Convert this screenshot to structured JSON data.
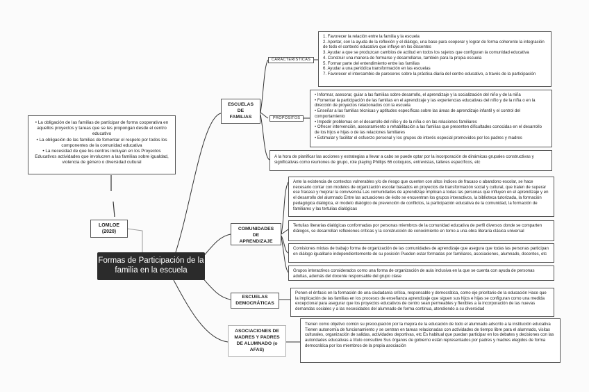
{
  "central": {
    "title": "Formas de Participación de la familia en la escuela"
  },
  "law": {
    "label": "LOMLOE\n(2020)",
    "notes": [
      "• La obligación de las familias de participar de forma cooperativa en aquellos proyectos y tareas que se les propongan desde el centro educativo",
      "• La obligación de las familias de fomentar el respeto por todos los componentes de la comunidad educativa",
      "• La necesidad de que los centros incluyan en los Proyectos Educativos  actividades que involucren a las familias sobre igualdad, violencia de género o diversidad cultural"
    ]
  },
  "escuelas_familias": {
    "label": "ESCUELAS DE FAMILIAS",
    "caracteristicas_tag": "CARACTERÍSTICAS",
    "caracteristicas": [
      "1. Favorecer la relación entre la familia y la escuela",
      "2. Aportar, con la ayuda de la reflexión y el diálogo, una base para cooperar y lograr de forma coherente la integración de todo el contexto educativo que influye en los discentes",
      "3. Ayudar a que se produzcan cambios de actitud en todos los sujetos que configuran la comunidad educativa",
      "4. Construir una manera de formarse y desarrollarse, también para la propia escuela",
      "5. Formar parte del entendimiento entre las familias",
      "6. Ayudar a una periódica transformación en las escuelas",
      "7. Favorecer el intercambio de pareceres sobre la práctica diaria del centro educativo, a través de la participación"
    ],
    "propositos_tag": "PROPÓSITOS",
    "propositos": [
      "• Informar, asesorar, guiar a las familias sobre desarrollo, el aprendizaje y la socialización del niño y de la niña",
      "• Fomentar la participación de las familias en el aprendizaje y las experiencias educativas del niño y de la niña o en la dirección de proyectos relacionados con la escuela",
      "• Enseñar a las familias técnicas y aptitudes específicas sobre las áreas de aprendizaje infantil y el control del comportamiento",
      "• Impedir problemas en el desarrollo del niño y de la niña o en las relaciones familiares",
      "• Ofrecer intervención, asesoramiento o rehabilitación a las familias que presenten dificultades conocidas en el desarrollo de los hijos e hijas o de las relaciones familiares",
      "• Estimular y facilitar el esfuerzo personal y los grupos de interés especial promovidos por los padres y madres"
    ],
    "planificar": "A la hora de planificar las acciones y estrategias a llevar a cabo se puede optar por la incorporación de dinámicas grupales constructivas y significativas como reuniones de grupo, role playing Phillips 66 coloquios, entrevistas, talleres específicos, etc"
  },
  "comunidades": {
    "label": "COMUNIDADES DE APRENDIZAJE",
    "items": [
      "Ante la existencia de contextos vulnerables y/o de riesgo que cuenten con altos índices de fracaso o abandono escolar, se hace necesario contar con modelos de organización escolar basados en proyectos de transformación social y cultural, que traten de superar ese fracaso y mejorar la convivencia Las comunidades de aprendizaje implican a todas las personas que influyen en el aprendizaje y en el desarrollo del alumnado Entre las actuaciones de éxito se encuentran los grupos interactivos, la biblioteca tutorizada, la formación pedagógica dialógica, el modelo dialógico de prevención de conflictos, la participación educativa de la comunidad, la formación de familiares y las tertulias dialógicas",
      "Tertulias literarias dialógicas conformadas por personas miembros de la comunidad educativa de perfil diversos donde se comparten diálogos, se desarrollan reflexiones críticas y la construcción de conocimiento en torno a una obra literaria clásica universal",
      "Comisiones mixtas de trabajo forma de organización de las comunidades de aprendizaje que asegura que todas las personas participan en diálogo igualitario independientemente de su posición Pueden estar formadas por familiares, asociaciones, alumnado, docentes, etc",
      "Grupos interactivos considerados como una forma de organización de aula inclusiva en la que se cuenta con ayuda de personas adultas, además del docente responsable del grupo clase"
    ]
  },
  "democraticas": {
    "label": "ESCUELAS DEMOCRÁTICAS",
    "text": " Ponen el énfasis en la formación de una ciudadanía crítica, responsable y democrática, como eje prioritario de la educación Hace que la implicación de las familias en los procesos de enseñanza aprendizaje que siguen sus hijos e hijas se configuran como una medida excepcional para asegurar que los proyectos educativos de centro sean permeables y flexibles a la incorporación de las nuevas demandas sociales y a las necesidades del alumnado de forma continua, atendiendo a su diversidad"
  },
  "afas": {
    "label": "ASOCIACIONES DE MADRES Y PADRES DE ALUMNADO (o AFAS)",
    "text": "Tienen como objetivo común su preocupación por la mejora de la educación de todo el alumnado adscrito a la institución educativa Tienen autonomía de funcionamiento y se centran en tareas relacionadas con actividades de tiempo libre para el alumnado, visitas culturales, organización de salidas, actividades deportivas, etc Es habitual que puedan participar en los debates y decisiones con las autoridades educativas a título consultivo Sus órganos de gobierno están representados por padres y madres elegidos de forma democrática por los miembros de la propia asociación"
  }
}
